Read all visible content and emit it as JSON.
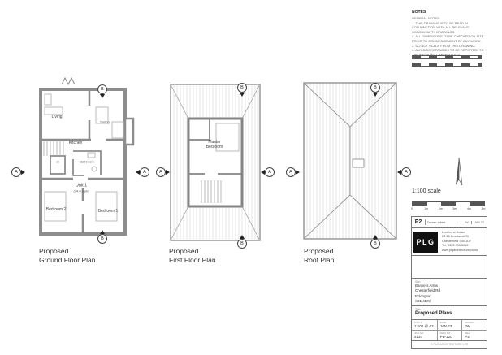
{
  "markers": {
    "a": "A",
    "b": "B"
  },
  "plans": {
    "ground": {
      "title": "Proposed\nGround Floor Plan",
      "rooms": {
        "living": "Living",
        "dining": "Dining",
        "kitchen": "Kitchen",
        "bathroom": "Bathroom",
        "store": "st",
        "unit": "Unit 1",
        "unit_sub": "(74.0 sqm)",
        "bedroom2": "Bedroom 2",
        "bedroom1": "Bedroom 1"
      }
    },
    "first": {
      "title": "Proposed\nFirst Floor Plan",
      "rooms": {
        "master": "Master\nBedroom"
      }
    },
    "roof": {
      "title": "Proposed\nRoof Plan"
    }
  },
  "notes": {
    "heading": "NOTES",
    "body": "GENERAL NOTES:\n1. THIS DRAWING IS TO BE READ IN CONJUNCTION WITH ALL RELEVANT CONSULTANTS DRAWINGS.\n2. ALL DIMENSIONS TO BE CHECKED ON SITE PRIOR TO COMMENCEMENT OF ANY WORK.\n3. DO NOT SCALE FROM THIS DRAWING.\n4. ANY DISCREPANCIES TO BE REPORTED TO THE ARCHITECT IMMEDIATELY."
  },
  "scale": {
    "label": "1:100 scale",
    "ticks": [
      "0",
      "1m",
      "2m",
      "3m",
      "4m",
      "5m"
    ]
  },
  "revision": {
    "rev": "P2",
    "desc": "Dormer added",
    "by": "JW",
    "date": "JAN 23"
  },
  "logo": {
    "text": "PLG"
  },
  "company": {
    "lines": "Lyndhurst House\n22-26 Brunswick St\nChesterfield S40 1DF\nTel: 0333 335 5015\nwww.plgarchitecture.co.uk"
  },
  "project": {
    "label": "Site:",
    "lines": "Bankers Arms\nChesterfield Rd\nEckington\nS21 4BW"
  },
  "title_block": {
    "label": "Title:",
    "value": "Proposed Plans"
  },
  "info": {
    "cells": [
      {
        "label": "SCALE",
        "value": "1:100 @ A3"
      },
      {
        "label": "DATE",
        "value": "JAN 23"
      },
      {
        "label": "DRAWN",
        "value": "JW"
      },
      {
        "label": "JOB NO",
        "value": "2134"
      },
      {
        "label": "DWG NO",
        "value": "PB-120"
      },
      {
        "label": "REV",
        "value": "P2"
      }
    ]
  },
  "footer": "© PLG ARCHITECTURE LTD"
}
